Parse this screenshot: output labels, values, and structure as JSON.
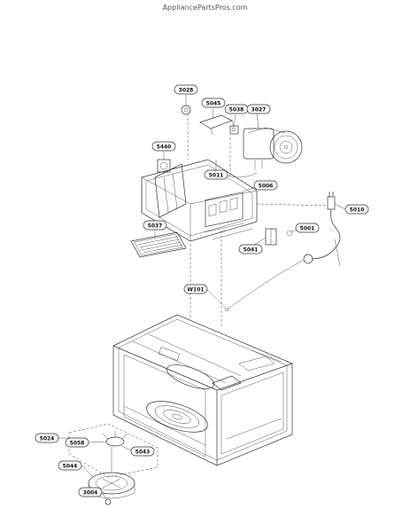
{
  "header": {
    "site": "AppliancePartsPros.com"
  },
  "callouts": [
    {
      "id": "c3028",
      "label": "3028"
    },
    {
      "id": "c5045",
      "label": "5045"
    },
    {
      "id": "c5038",
      "label": "5038"
    },
    {
      "id": "c3027",
      "label": "3027"
    },
    {
      "id": "c5440",
      "label": "5440"
    },
    {
      "id": "c5011",
      "label": "5011"
    },
    {
      "id": "c5006",
      "label": "5006"
    },
    {
      "id": "c5010",
      "label": "5010"
    },
    {
      "id": "c5037",
      "label": "5037"
    },
    {
      "id": "c5001",
      "label": "5001"
    },
    {
      "id": "c5041",
      "label": "5041"
    },
    {
      "id": "cW101",
      "label": "W101"
    },
    {
      "id": "c5024",
      "label": "5024"
    },
    {
      "id": "c5058",
      "label": "5058"
    },
    {
      "id": "c5043",
      "label": "5043"
    },
    {
      "id": "c5044",
      "label": "5044"
    },
    {
      "id": "c3004",
      "label": "3004"
    }
  ],
  "colors": {
    "ink": "#333333",
    "background": "#ffffff"
  }
}
